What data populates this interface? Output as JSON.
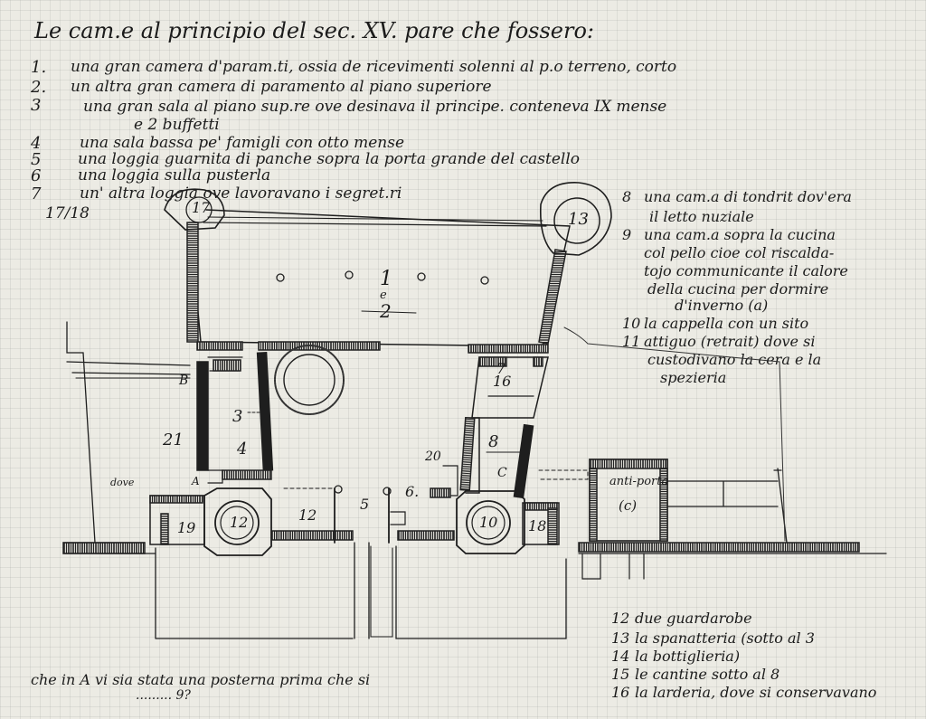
{
  "title": "Le cam.e al principio del sec. XV. pare che fossero:",
  "list_items": [
    {
      "num": "1.",
      "text": "una gran camera d'param.ti, ossia de ricevimenti solenni al p.o terreno, corto"
    },
    {
      "num": "2.",
      "text": "un altra gran camera di paramento al piano superiore"
    },
    {
      "num": "3",
      "text": "una gran sala al piano sup.re ove desinava il principe. conteneva IX mense"
    },
    {
      "num": "",
      "text": "e 2 buffetti"
    },
    {
      "num": "4",
      "text": "una sala bassa pe' famigli con otto mense"
    },
    {
      "num": "5",
      "text": "una loggia guarnita di panche sopra la porta grande del castello"
    },
    {
      "num": "6",
      "text": "una loggia sulla pusterla"
    },
    {
      "num": "7",
      "text": "un' altra loggia ove lavoravano i segret.ri"
    },
    {
      "num": "",
      "text": "17/18"
    }
  ],
  "right_notes": [
    {
      "num": "8",
      "text": "una cam.a di tondrit dov'era"
    },
    {
      "num": "",
      "text": "il letto nuziale"
    },
    {
      "num": "9",
      "text": "una cam.a sopra la cucina"
    },
    {
      "num": "",
      "text": "col pello cioe col riscalda-"
    },
    {
      "num": "",
      "text": "tojo communicante il calore"
    },
    {
      "num": "",
      "text": "della cucina per dormire"
    },
    {
      "num": "",
      "text": "d'inverno (a)"
    },
    {
      "num": "10",
      "text": "la cappella con un sito"
    },
    {
      "num": "11",
      "text": "attiguo (retrait) dove si"
    },
    {
      "num": "",
      "text": "custodivano la cera e la"
    },
    {
      "num": "",
      "text": "spezieria"
    }
  ],
  "bottom_notes": [
    {
      "num": "12",
      "text": "due guardarobe"
    },
    {
      "num": "13",
      "text": "la spanatteria (sotto al 3"
    },
    {
      "num": "14",
      "text": "la bottiglieria)"
    },
    {
      "num": "15",
      "text": "le cantine sotto al 8"
    },
    {
      "num": "16",
      "text": "la larderia, dove si conservavano"
    }
  ],
  "footer_note": "che in A vi sia stata una posterna prima che si",
  "footer_note_2": "......... 9?",
  "plan_labels": {
    "tower_tl": "17",
    "tower_tr": "13",
    "hall_num": "1",
    "hall_e": "e",
    "hall_2": "2",
    "room_3": "3",
    "room_4": "4",
    "room_21": "21",
    "b": "B",
    "a": "A",
    "room_7": "7",
    "room_16": "16",
    "room_8": "8",
    "room_20": "20",
    "c": "C",
    "room_6": "6.",
    "room_5": "5",
    "room_12a": "12",
    "room_12b": "12",
    "room_19": "19",
    "room_10": "10",
    "room_18": "18",
    "room_ante": "anti-porta",
    "room_ante_c": "(c)",
    "small_note": "dove"
  },
  "colors": {
    "paper": "#ecebe4",
    "ink": "#1b1b1b",
    "grid": "#b7b6ad"
  }
}
